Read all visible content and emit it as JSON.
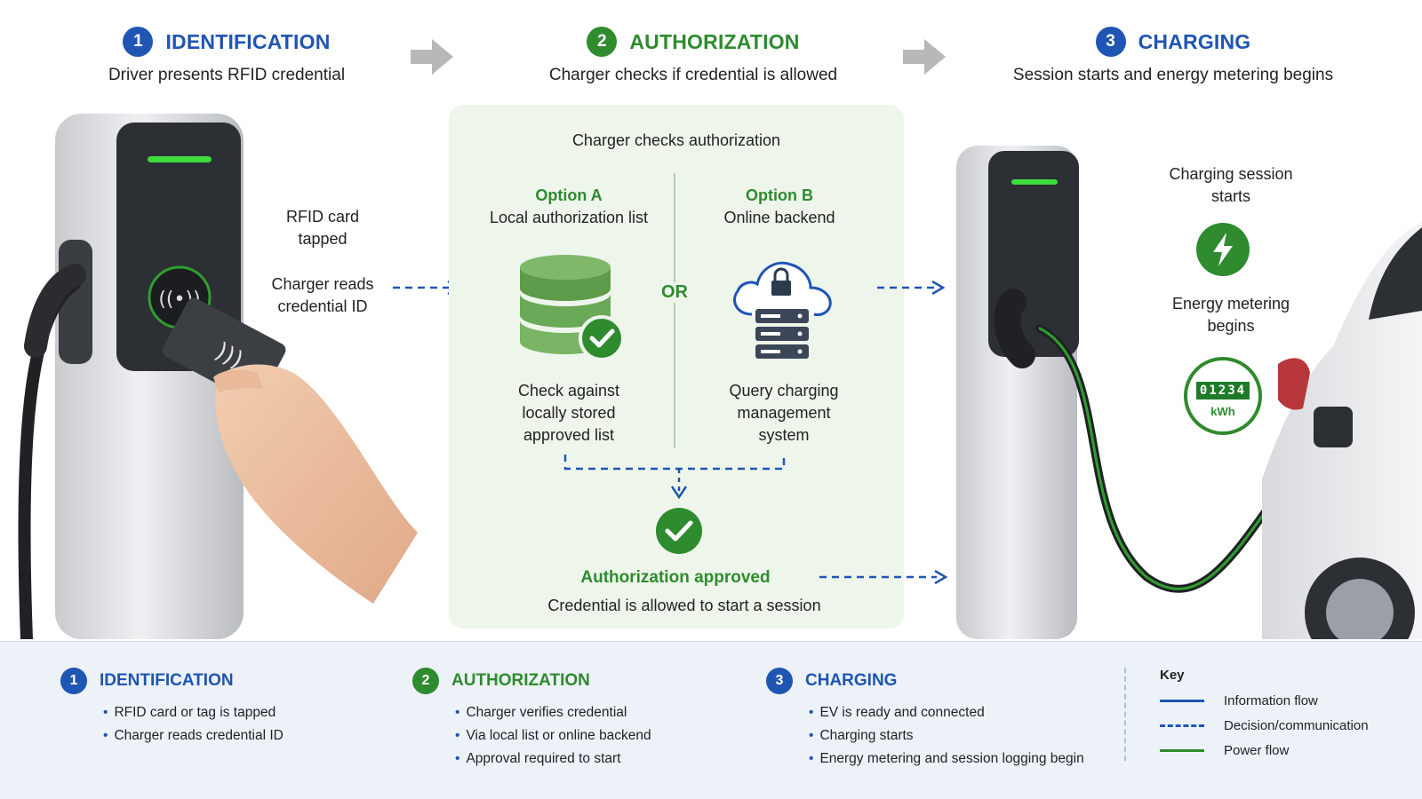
{
  "steps": [
    {
      "number": "1",
      "title": "IDENTIFICATION",
      "subtitle": "Driver presents RFID credential"
    },
    {
      "number": "2",
      "title": "AUTHORIZATION",
      "subtitle": "Charger checks if credential is allowed"
    },
    {
      "number": "3",
      "title": "CHARGING",
      "subtitle": "Session starts and energy metering begins"
    }
  ],
  "identification": {
    "rfid_line1": "RFID card",
    "rfid_line2": "tapped",
    "reads_line1": "Charger reads",
    "reads_line2": "credential ID"
  },
  "authorization": {
    "panel_title": "Charger checks authorization",
    "or_label": "OR",
    "option_a": {
      "label": "Option A",
      "name": "Local authorization list",
      "desc": [
        "Check against",
        "locally stored",
        "approved list"
      ]
    },
    "option_b": {
      "label": "Option B",
      "name": "Online backend",
      "desc": [
        "Query charging",
        "management",
        "system"
      ]
    },
    "approved_title": "Authorization approved",
    "approved_desc": "Credential is allowed to start a session"
  },
  "charging": {
    "session_line1": "Charging session",
    "session_line2": "starts",
    "metering_line1": "Energy metering",
    "metering_line2": "begins",
    "meter_digits": "01234",
    "meter_unit": "kWh"
  },
  "summary": [
    {
      "number": "1",
      "title": "IDENTIFICATION",
      "items": [
        "RFID card or tag is tapped",
        "Charger reads credential ID"
      ]
    },
    {
      "number": "2",
      "title": "AUTHORIZATION",
      "items": [
        "Charger verifies credential",
        "Via local list or online backend",
        "Approval required to start"
      ]
    },
    {
      "number": "3",
      "title": "CHARGING",
      "items": [
        "EV is ready and connected",
        "Charging starts",
        "Energy metering and session logging begin"
      ]
    }
  ],
  "key": {
    "title": "Key",
    "items": [
      {
        "label": "Information flow",
        "style": "solid",
        "color": "#1f55b3"
      },
      {
        "label": "Decision/communication",
        "style": "dashed",
        "color": "#1f55b3"
      },
      {
        "label": "Power flow",
        "style": "solid",
        "color": "#2e8b2e"
      }
    ]
  },
  "colors": {
    "blue": "#1f55b3",
    "green": "#2e8b2e",
    "panel": "#eef6ec",
    "screen_led": "#3ddc3d"
  }
}
